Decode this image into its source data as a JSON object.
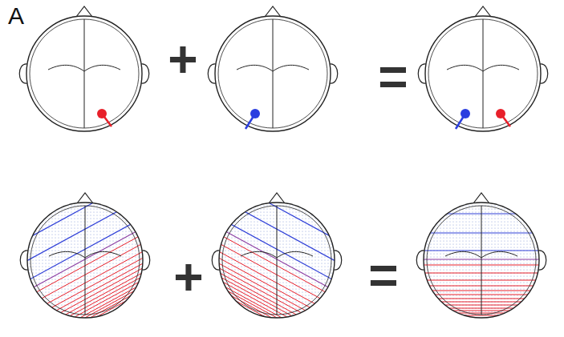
{
  "diagram": {
    "labels": [
      "A",
      "+",
      "=",
      "+",
      "="
    ]
  }
}
